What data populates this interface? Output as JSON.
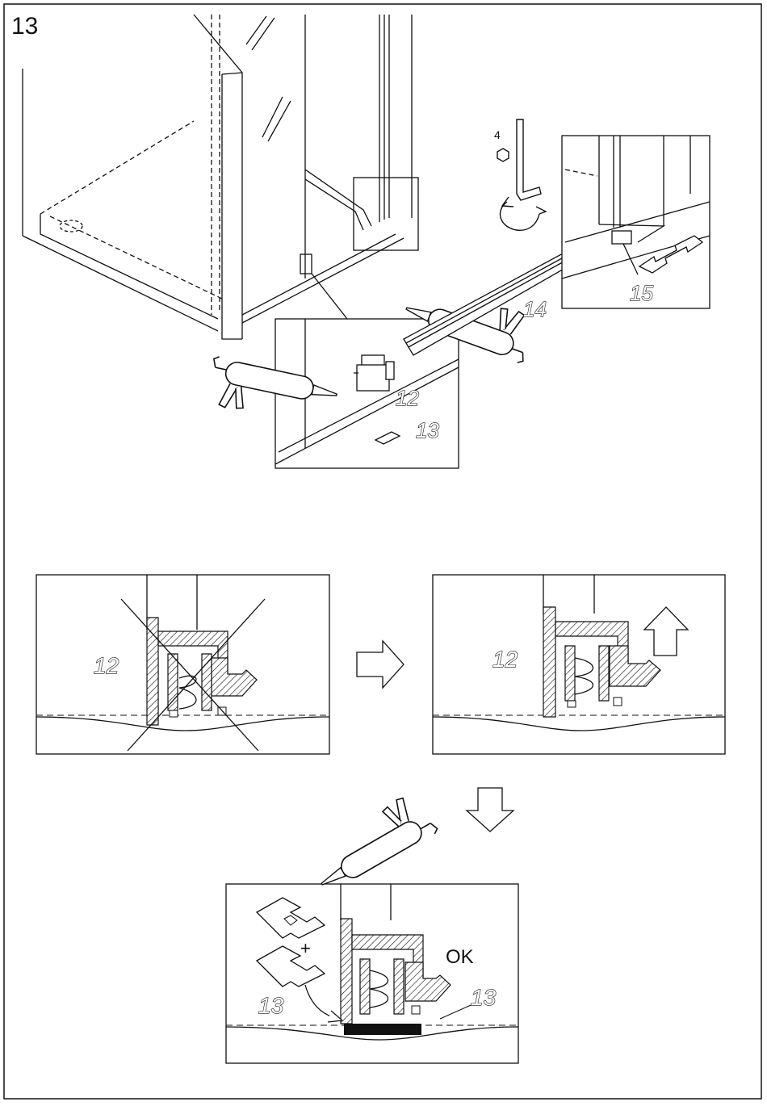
{
  "step_number": "13",
  "hex_key_size": "4",
  "parts": {
    "strip": "14",
    "end_cap": "15",
    "slider": "12",
    "shim": "13"
  },
  "panels": {
    "wrong_label": "12",
    "lifted_label": "12",
    "ok_text": "OK",
    "shim_label_left": "13",
    "shim_label_right": "13",
    "plus_sign": "+"
  },
  "colors": {
    "line": "#111111",
    "paper": "#ffffff"
  }
}
